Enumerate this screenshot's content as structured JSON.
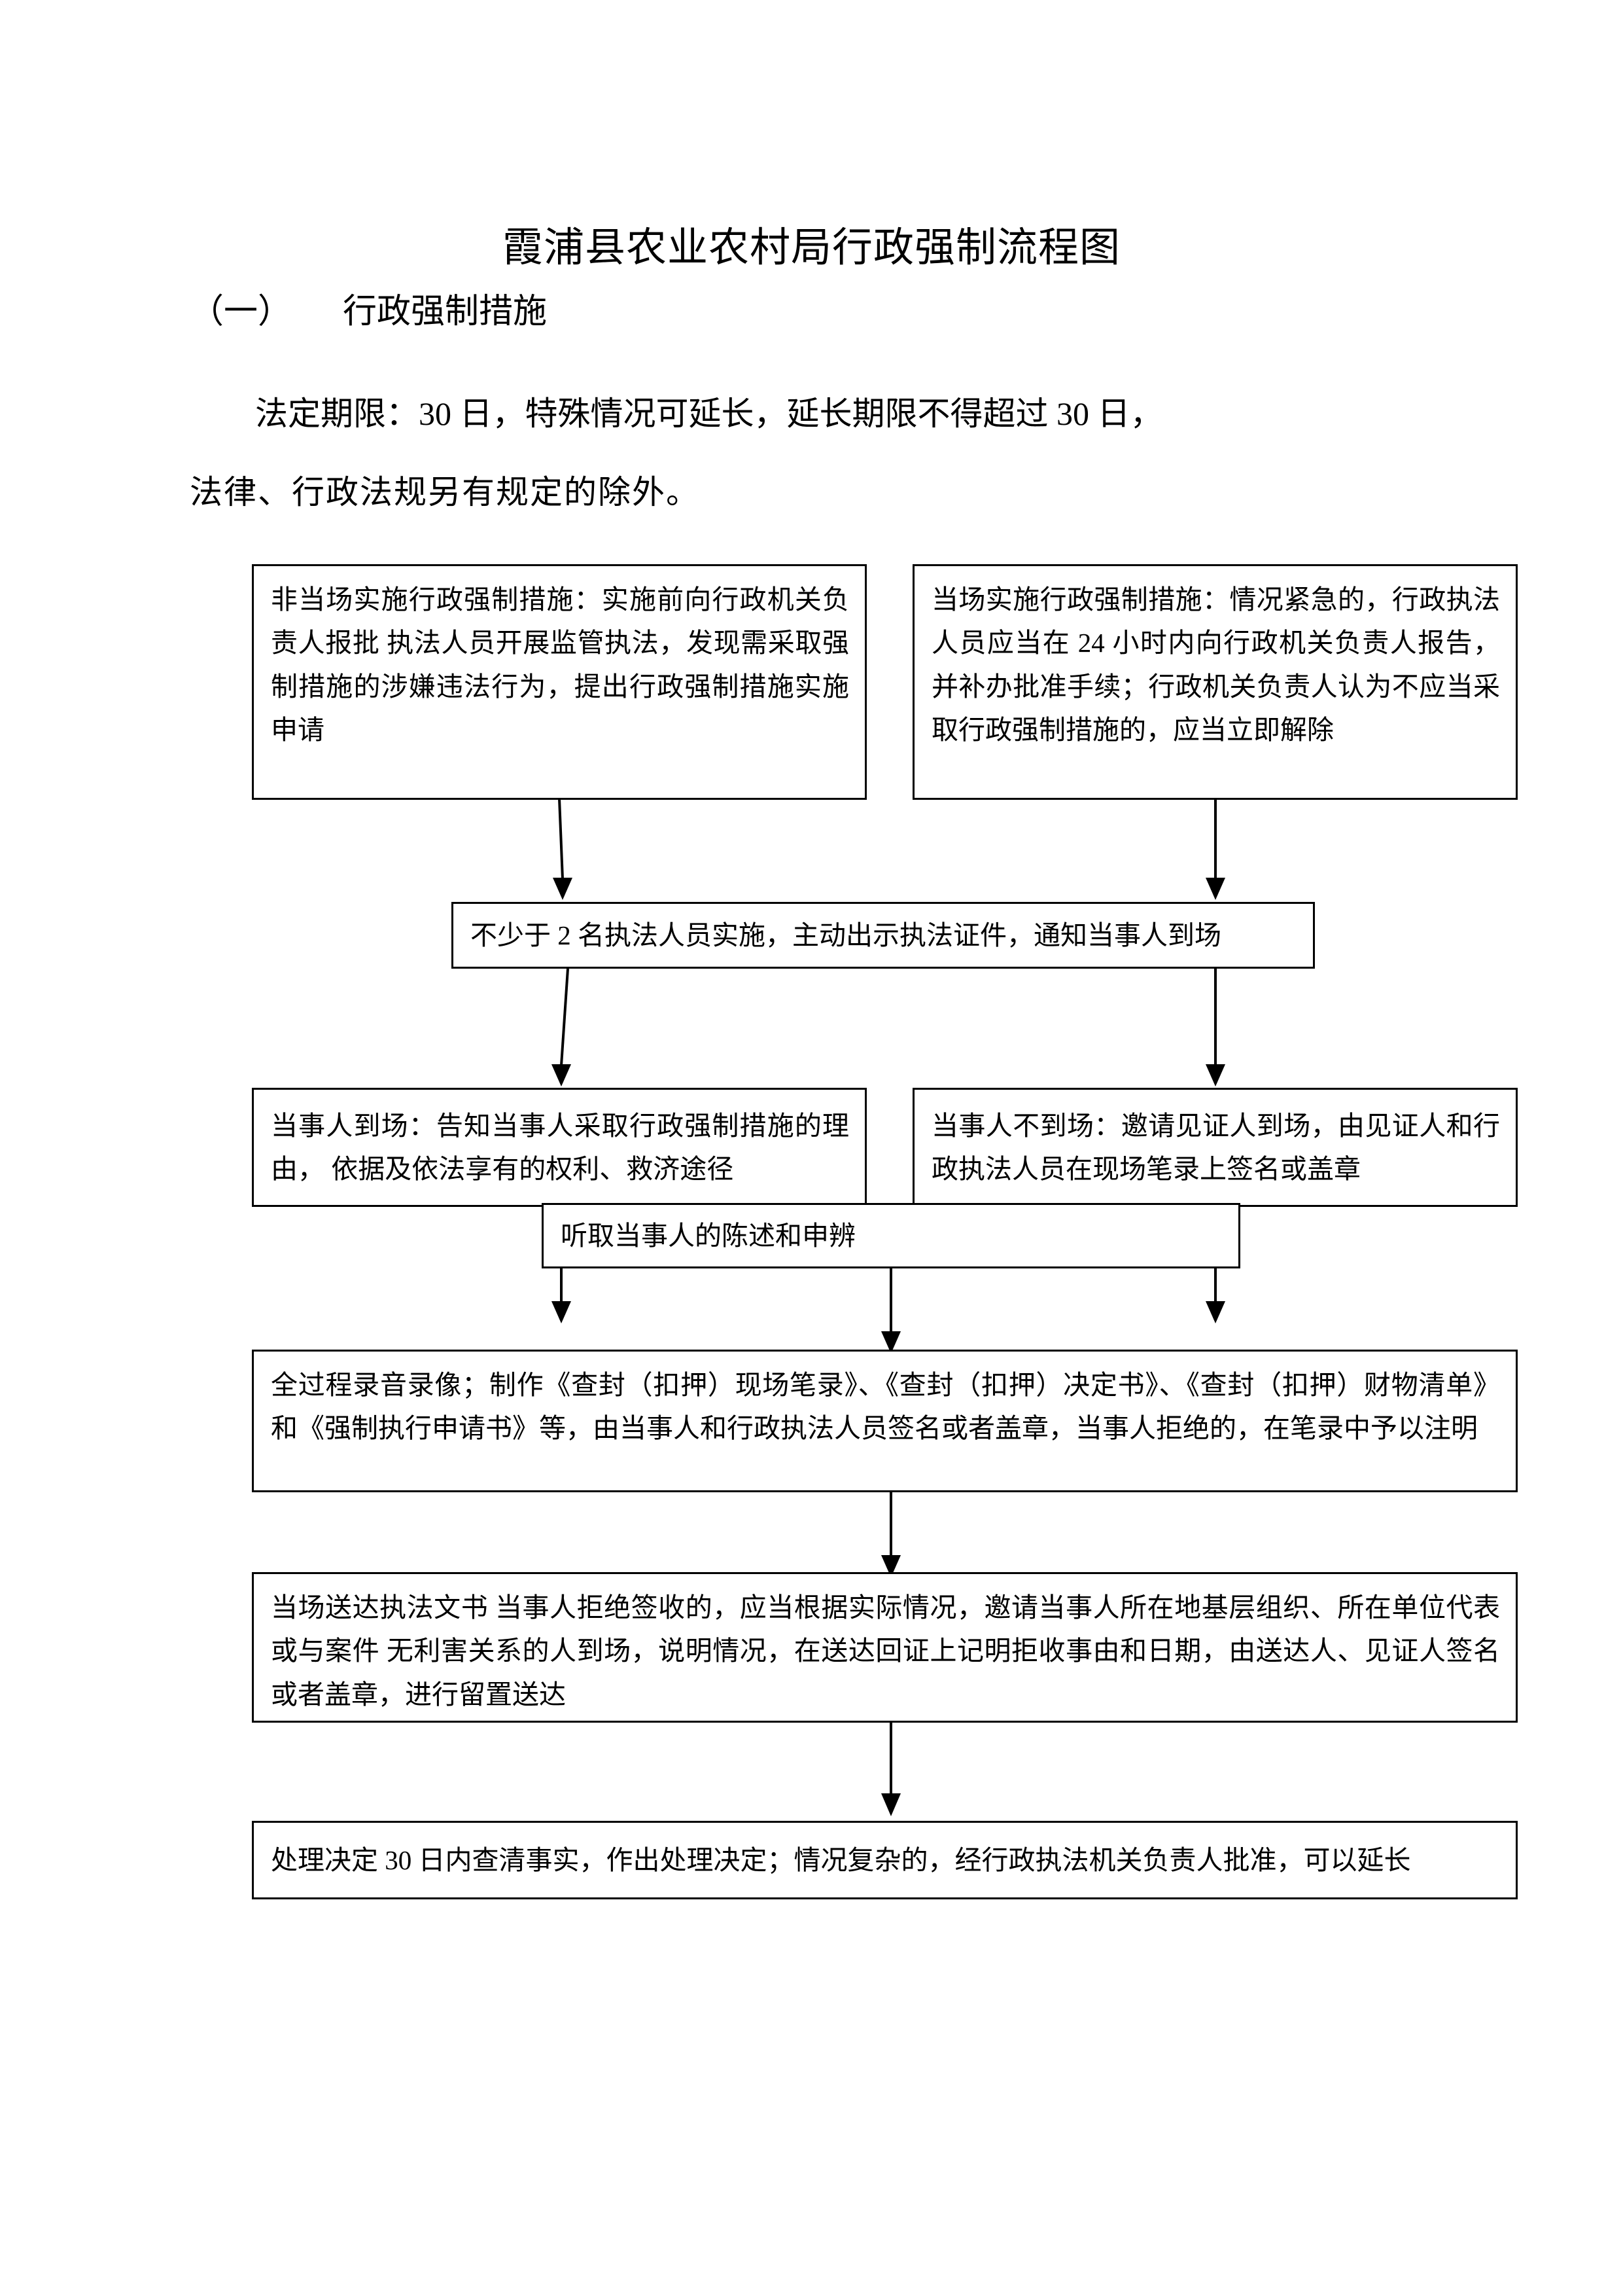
{
  "document": {
    "title": "霞浦县农业农村局行政强制流程图",
    "section_label": "（一）      行政强制措施",
    "paragraph_line1": "法定期限：30  日，特殊情况可延长，延长期限不得超过 30 日，",
    "paragraph_line2": "法律、行政法规另有规定的除外。"
  },
  "flowchart": {
    "type": "diagram",
    "nodes": {
      "n1_non_onsite": "非当场实施行政强制措施：实施前向行政机关负责人报批 执法人员开展监管执法，发现需采取强制措施的涉嫌违法行为，提出行政强制措施实施申请",
      "n2_onsite": "当场实施行政强制措施：情况紧急的，行政执法人员应当在 24 小时内向行政机关负责人报告，并补办批准手续；行政机关负责人认为不应当采取行政强制措施的，应当立即解除",
      "n3_two_officers": "不少于 2 名执法人员实施，主动出示执法证件，通知当事人到场",
      "n4_party_present": "当事人到场：告知当事人采取行政强制措施的理由，  依据及依法享有的权利、救济途径",
      "n5_party_absent": "当事人不到场：邀请见证人到场，由见证人和行政执法人员在现场笔录上签名或盖章",
      "n6_hearing": "听取当事人的陈述和申辨",
      "n7_recording": "全过程录音录像；制作《查封（扣押）现场笔录》、《查封（扣押）决定书》、《查封（扣押）财物清单》和《强制执行申请书》等，由当事人和行政执法人员签名或者盖章，当事人拒绝的，在笔录中予以注明",
      "n8_service": "当场送达执法文书 当事人拒绝签收的，应当根据实际情况，邀请当事人所在地基层组织、所在单位代表或与案件 无利害关系的人到场，说明情况，在送达回证上记明拒收事由和日期，由送达人、见证人签名 或者盖章，进行留置送达",
      "n9_decision": "处理决定 30 日内查清事实，作出处理决定；情况复杂的，经行政执法机关负责人批准，可以延长"
    },
    "colors": {
      "border": "#000000",
      "text": "#000000",
      "background": "#ffffff"
    }
  }
}
